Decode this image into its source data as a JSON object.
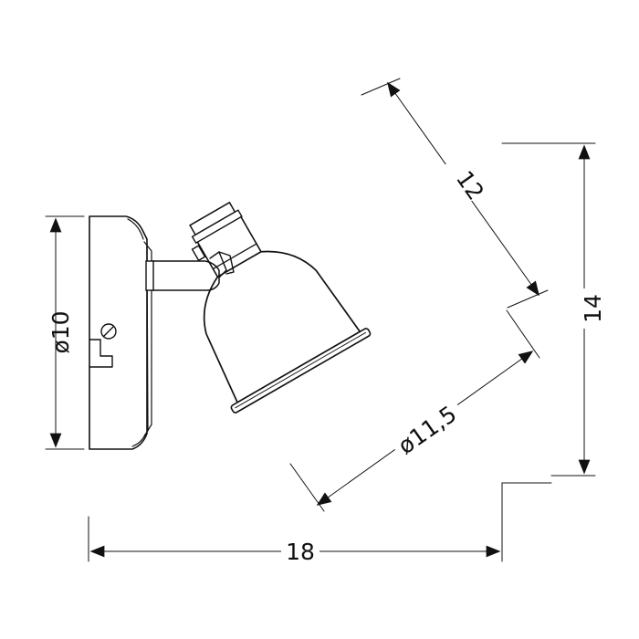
{
  "drawing": {
    "dimensions": {
      "width": "18",
      "height": "14",
      "arm_length": "12",
      "shade_diameter": "ø11,5",
      "base_diameter": "ø10"
    }
  }
}
